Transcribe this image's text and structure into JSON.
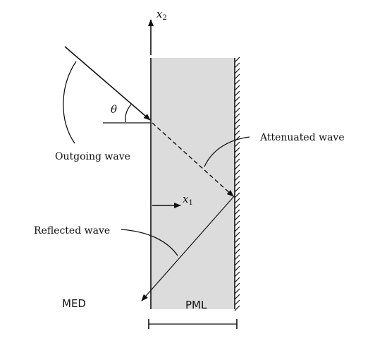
{
  "labels": {
    "x2_axis": "x2",
    "x1_axis": "x1",
    "theta": "θ",
    "outgoing_wave": "Outgoing wave",
    "attenuated_wave": "Attenuated wave",
    "reflected_wave": "Reflected wave",
    "med_region": "MED",
    "pml_region": "PML"
  },
  "colors": {
    "pml_fill": "#dcdcdc",
    "stroke": "#111111",
    "background": "#ffffff"
  }
}
